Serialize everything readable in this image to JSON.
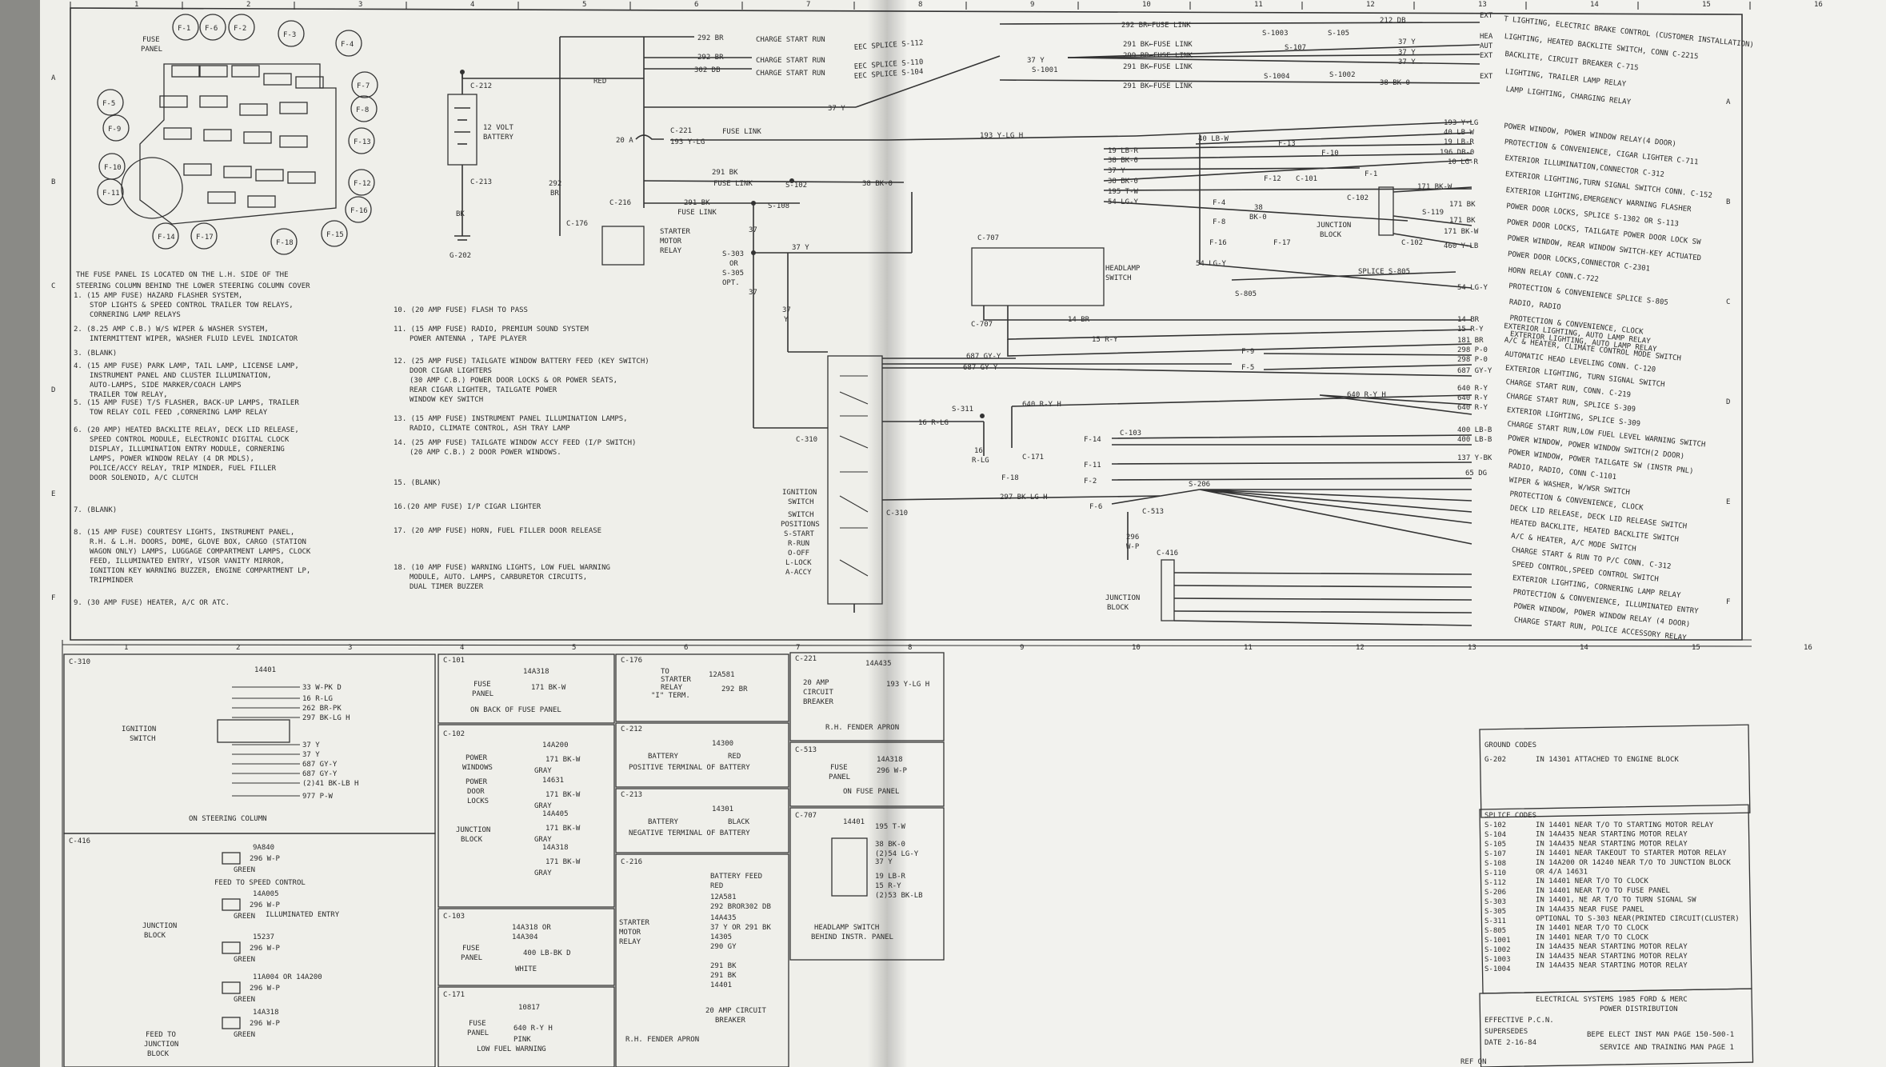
{
  "sheet": {
    "top_columns": [
      "1",
      "2",
      "3",
      "4",
      "5",
      "6",
      "7",
      "8",
      "9",
      "10",
      "11",
      "12",
      "13",
      "14",
      "15",
      "16"
    ],
    "bottom_columns": [
      "1",
      "2",
      "3",
      "4",
      "5",
      "6",
      "7",
      "8",
      "9",
      "10",
      "11",
      "12",
      "13",
      "14",
      "15",
      "16"
    ],
    "left_rows": [
      "A",
      "B",
      "C",
      "D",
      "E",
      "F"
    ],
    "right_rows": [
      "A",
      "B",
      "C",
      "D",
      "E",
      "F"
    ]
  },
  "fuse_panel": {
    "title_line1": "FUSE",
    "title_line2": "PANEL",
    "fuses": [
      "F-1",
      "F-6",
      "F-2",
      "F-3",
      "F-4",
      "F-5",
      "F-7",
      "F-8",
      "F-9",
      "F-13",
      "F-10",
      "F-12",
      "F-11",
      "F-16",
      "F-14",
      "F-17",
      "F-18",
      "F-15"
    ]
  },
  "fuse_notes": {
    "intro": [
      "THE FUSE PANEL IS LOCATED ON THE L.H. SIDE OF THE",
      "STEERING COLUMN BEHIND THE LOWER STEERING COLUMN COVER"
    ],
    "left": [
      [
        "1. (15 AMP FUSE) HAZARD FLASHER SYSTEM,",
        "STOP LIGHTS & SPEED CONTROL    TRAILER TOW RELAYS,",
        "CORNERING LAMP RELAYS"
      ],
      [
        "2. (8.25 AMP C.B.) W/S WIPER & WASHER SYSTEM,",
        "INTERMITTENT WIPER, WASHER FLUID LEVEL INDICATOR"
      ],
      [
        "3. (BLANK)"
      ],
      [
        "4. (15 AMP FUSE) PARK LAMP, TAIL LAMP, LICENSE LAMP,",
        "INSTRUMENT PANEL AND CLUSTER ILLUMINATION,",
        "AUTO-LAMPS, SIDE MARKER/COACH LAMPS",
        "TRAILER TOW RELAY,"
      ],
      [
        "5. (15 AMP FUSE) T/S FLASHER, BACK-UP LAMPS, TRAILER",
        "TOW RELAY COIL FEED ,CORNERING LAMP RELAY"
      ],
      [
        "6. (20 AMP) HEATED BACKLITE RELAY, DECK LID RELEASE,",
        "SPEED CONTROL MODULE, ELECTRONIC DIGITAL CLOCK",
        "DISPLAY, ILLUMINATION ENTRY MODULE, CORNERING",
        "LAMPS, POWER WINDOW RELAY (4 DR MDLS),",
        "POLICE/ACCY RELAY, TRIP MINDER, FUEL FILLER",
        "DOOR SOLENOID,  A/C CLUTCH"
      ],
      [
        "7. (BLANK)"
      ],
      [
        "8. (15 AMP FUSE) COURTESY LIGHTS, INSTRUMENT PANEL,",
        "R.H. & L.H. DOORS, DOME, GLOVE BOX, CARGO (STATION",
        "WAGON ONLY) LAMPS, LUGGAGE COMPARTMENT LAMPS, CLOCK",
        "FEED, ILLUMINATED ENTRY, VISOR VANITY MIRROR,",
        "IGNITION KEY WARNING BUZZER, ENGINE COMPARTMENT LP,",
        "TRIPMINDER"
      ],
      [
        "9. (30 AMP FUSE) HEATER, A/C OR ATC."
      ]
    ],
    "right": [
      [
        "10. (20 AMP FUSE) FLASH TO PASS"
      ],
      [
        "11. (15 AMP FUSE) RADIO, PREMIUM SOUND SYSTEM",
        "POWER ANTENNA , TAPE PLAYER"
      ],
      [
        "12. (25 AMP FUSE) TAILGATE WINDOW BATTERY FEED (KEY SWITCH)",
        "DOOR CIGAR LIGHTERS",
        "(30 AMP C.B.) POWER DOOR LOCKS & OR POWER SEATS,",
        "REAR CIGAR LIGHTER, TAILGATE POWER",
        "WINDOW KEY SWITCH"
      ],
      [
        "13. (15 AMP FUSE) INSTRUMENT PANEL ILLUMINATION LAMPS,",
        "RADIO, CLIMATE CONTROL, ASH TRAY  LAMP"
      ],
      [
        "14. (25 AMP FUSE) TAILGATE WINDOW ACCY FEED (I/P SWITCH)",
        "(20 AMP C.B.) 2 DOOR POWER WINDOWS."
      ],
      [
        "15. (BLANK)"
      ],
      [
        "16.(20 AMP FUSE)  I/P CIGAR LIGHTER"
      ],
      [
        "17. (20 AMP FUSE) HORN, FUEL FILLER DOOR RELEASE"
      ],
      [
        "18. (10 AMP FUSE) WARNING LIGHTS, LOW FUEL WARNING",
        "MODULE, AUTO. LAMPS, CARBURETOR CIRCUITS,",
        "DUAL TIMER BUZZER"
      ]
    ]
  },
  "battery": {
    "c212": "C-212",
    "label1": "12 VOLT",
    "label2": "BATTERY",
    "c213": "C-213",
    "wire_bk": "BK",
    "ground": "G-202"
  },
  "top_wiring": {
    "red": "RED",
    "w292": "292 BR",
    "w292b": "292 BR",
    "w302": "302 DB",
    "charge1": "CHARGE START RUN",
    "charge2": "CHARGE START RUN",
    "charge3": "CHARGE START RUN",
    "eec1": "EEC SPLICE S-112",
    "eec2": "EEC SPLICE S-110",
    "eec3": "EEC SPLICE S-104",
    "w37y": "37 Y",
    "c221": "C-221",
    "amp20": "20 A",
    "fuse_link": "FUSE LINK",
    "w193": "193 Y-LG",
    "w193b": "193 Y-LG H",
    "w291bk": "291 BK",
    "fl2": "FUSE LINK",
    "s102": "S-102",
    "w38": "38 BK-0",
    "br292": "292",
    "br_br": "BR",
    "c176": "C-176",
    "c216": "C-216",
    "w291b": "291 BK",
    "fl3": "FUSE LINK",
    "s108": "S-108",
    "starter": [
      "STARTER",
      "MOTOR",
      "RELAY"
    ],
    "w37": "37",
    "s303": [
      "S-303",
      "OR",
      "S-305",
      "OPT."
    ],
    "w37y2": "37 Y",
    "w37c": "37",
    "w37d": "37",
    "y": "Y"
  },
  "ignition": {
    "label": [
      "IGNITION",
      "SWITCH",
      "SWITCH",
      "POSITIONS",
      "S-START",
      "R-RUN",
      "O-OFF",
      "L-LOCK",
      "A-ACCY"
    ],
    "c310": "C-310",
    "c310b": "C-310",
    "w16": "16 R-LG",
    "s311": "S-311",
    "w687a": "687 GY-Y",
    "w687b": "687 GY-Y",
    "w297": "297 BK-LG H",
    "w16b": "16",
    "rlg": "R-LG"
  },
  "right_top": {
    "w292fl": "292 BR←FUSE LINK",
    "w212": "212 DB",
    "ext": "EXT",
    "w291a": "291 BK←FUSE LINK",
    "w299": "299 BR←FUSE LINK",
    "w291b": "291 BK←FUSE LINK",
    "w291c": "291 BK←FUSE LINK",
    "s1003": "S-1003",
    "s105": "S-105",
    "s107": "S-107",
    "s1004": "S-1004",
    "s1002": "S-1002",
    "s1001": "S-1001",
    "w37ya": "37 Y",
    "w37yb": "37 Y",
    "w37yc": "37 Y",
    "w37yd": "37 Y",
    "w38bk": "38 BK-0",
    "hea": "HEA",
    "aut": "AUT",
    "ext2": "EXT",
    "ext3": "EXT",
    "desc": [
      "T LIGHTING, ELECTRIC BRAKE CONTROL (CUSTOMER INSTALLATION)",
      "LIGHTING, HEATED BACKLITE SWITCH, CONN C-2215",
      "BACKLITE, CIRCUIT BREAKER C-715",
      "LIGHTING, TRAILER LAMP RELAY",
      "LAMP LIGHTING, CHARGING RELAY"
    ]
  },
  "right_mid": {
    "w193ylg": "193 Y-LG",
    "w40lbw": "40 LB-W",
    "w19lbr": "19 LB-R",
    "w196": "196 DB-0",
    "w10": "10 LG-R",
    "w171": "171 BK-W",
    "w171b": "171 BK",
    "w171c": "171 BK",
    "w171d": "171 BK-W",
    "w460": "460 Y-LB",
    "w19": "19 LB-R",
    "w38": "38 BK-0",
    "w37": "37 Y",
    "w38b": "38 BK-0",
    "w195": "195 T-W",
    "w54": "54 LG-Y",
    "w40": "40 LB-W",
    "f13": "F-13",
    "f10": "F-10",
    "f1": "F-1",
    "f12": "F-12",
    "c101": "C-101",
    "f4": "F-4",
    "f8": "F-8",
    "f16": "F-16",
    "w38bk": "38",
    "bk0": "BK-0",
    "f17": "F-17",
    "c102": "C-102",
    "c102b": "C-102",
    "s119": "S-119",
    "junction": [
      "JUNCTION",
      "BLOCK"
    ],
    "c707": "C-707",
    "c707b": "C-707",
    "headlamp": [
      "HEADLAMP",
      "SWITCH"
    ],
    "w54b": "54 LG-Y",
    "splice805": "SPLICE S-805",
    "s805": "S-805",
    "w54c": "54 LG-Y",
    "w14": "14 BR",
    "w14b": "14 BR",
    "w15": "15 R-Y",
    "w15b": "15 R-Y",
    "desc": [
      "POWER WINDOW, POWER WINDOW RELAY(4 DOOR)",
      "PROTECTION & CONVENIENCE, CIGAR LIGHTER C-711",
      "EXTERIOR ILLUMINATION,CONNECTOR C-312",
      "EXTERIOR LIGHTING,TURN SIGNAL SWITCH CONN. C-152",
      "EXTERIOR LIGHTING,EMERGENCY WARNING FLASHER",
      "POWER DOOR LOCKS, SPLICE S-1302 OR S-113",
      "POWER DOOR LOCKS, TAILGATE POWER DOOR LOCK SW",
      "POWER WINDOW, REAR WINDOW SWITCH-KEY ACTUATED",
      "POWER DOOR LOCKS,CONNECTOR C-2301",
      "HORN RELAY CONN.C-722",
      "PROTECTION & CONVENIENCE SPLICE S-805",
      "RADIO, RADIO",
      "PROTECTION & CONVENIENCE, CLOCK",
      "EXTERIOR LIGHTING, AUTO LAMP RELAY"
    ]
  },
  "right_low": {
    "w181": "181 BR",
    "w298": "298 P-0",
    "w298b": "298 P-0",
    "f9": "F-9",
    "f5": "F-5",
    "w687": "687 GY-Y",
    "w640": "640 R-Y H",
    "w640a": "640 R-Y",
    "w640b": "640 R-Y",
    "w640c": "640 R-Y",
    "w640d": "640 R-Y H",
    "f14": "F-14",
    "c103": "C-103",
    "w400a": "400 LB-B",
    "w400b": "400 LB-B",
    "w137": "137 Y-BK",
    "f11": "F-11",
    "c171": "C-171",
    "f18": "F-18",
    "f2": "F-2",
    "w65": "65 DG",
    "f6": "F-6",
    "s206": "S-206",
    "c513": "C-513",
    "w296": "296 W-P",
    "w296b": "296",
    "wp": "W-P",
    "c416": "C-416",
    "junction2": [
      "JUNCTION",
      "BLOCK"
    ],
    "desc": [
      "EXTERIOR LIGHTING, AUTO LAMP RELAY",
      "A/C & HEATER, CLIMATE CONTROL MODE SWITCH",
      "AUTOMATIC HEAD LEVELING CONN. C-120",
      "EXTERIOR LIGHTING, TURN SIGNAL SWITCH",
      "CHARGE START RUN, CONN. C-219",
      "CHARGE START RUN, SPLICE S-309",
      "EXTERIOR LIGHTING, SPLICE S-309",
      "CHARGE START RUN,LOW FUEL LEVEL WARNING SWITCH",
      "POWER WINDOW, POWER WINDOW SWITCH(2 DOOR)",
      "POWER WINDOW, POWER TAILGATE SW (INSTR PNL)",
      "RADIO, RADIO, CONN C-1101",
      "WIPER & WASHER, W/WSR SWITCH",
      "PROTECTION & CONVENIENCE, CLOCK",
      "DECK LID RELEASE, DECK LID RELEASE SWITCH",
      "HEATED BACKLITE, HEATED BACKLITE SWITCH",
      "A/C & HEATER, A/C MODE SWITCH",
      "CHARGE START & RUN  TO P/C CONN. C-312",
      "SPEED CONTROL,SPEED CONTROL SWITCH",
      "EXTERIOR LIGHTING, CORNERING LAMP RELAY",
      "PROTECTION & CONVENIENCE, ILLUMINATED ENTRY",
      "POWER WINDOW, POWER WINDOW RELAY (4 DOOR)",
      "CHARGE START RUN, POLICE ACCESSORY RELAY"
    ]
  },
  "connectors": {
    "c310": {
      "id": "C-310",
      "part": "14401",
      "sw": [
        "IGNITION",
        "SWITCH"
      ],
      "wires": [
        "33 W-PK D",
        "16 R-LG",
        "262 BR-PK",
        "297 BK-LG H",
        "37 Y",
        "37 Y",
        "687 GY-Y",
        "687 GY-Y",
        "(2)41 BK-LB H",
        "977 P-W"
      ],
      "caption": "ON STEERING COLUMN"
    },
    "c416": {
      "id": "C-416",
      "items": [
        [
          "9A840",
          "296 W-P",
          "GREEN",
          "FEED TO SPEED CONTROL"
        ],
        [
          "14A005",
          "296 W-P",
          "GREEN",
          "ILLUMINATED ENTRY"
        ],
        [
          "15237",
          "296 W-P",
          "GREEN",
          ""
        ],
        [
          "11A004 OR 14A200",
          "296 W-P",
          "GREEN",
          ""
        ],
        [
          "14A318",
          "296 W-P",
          "GREEN",
          ""
        ]
      ],
      "jb": [
        "JUNCTION",
        "BLOCK"
      ],
      "feed": [
        "FEED TO",
        "JUNCTION",
        "BLOCK"
      ]
    },
    "c101": {
      "id": "C-101",
      "part": "14A318",
      "left": [
        "FUSE",
        "PANEL"
      ],
      "wire": "171 BK-W",
      "caption": "ON BACK OF FUSE PANEL"
    },
    "c102": {
      "id": "C-102",
      "parts": [
        "14A200",
        "14631",
        "14A405",
        "14A318"
      ],
      "labels": [
        [
          "POWER",
          "WINDOWS"
        ],
        [
          "POWER",
          "DOOR",
          "LOCKS"
        ],
        [
          "JUNCTION",
          "BLOCK"
        ]
      ],
      "wire": "171 BK-W",
      "gray": "GRAY"
    },
    "c103": {
      "id": "C-103",
      "part": "14A318 OR",
      "part2": "14A304",
      "left": [
        "FUSE",
        "PANEL"
      ],
      "wire": "400 LB-BK D",
      "color": "WHITE"
    },
    "c171": {
      "id": "C-171",
      "part": "10817",
      "left": [
        "FUSE",
        "PANEL"
      ],
      "wire": "640 R-Y H",
      "color": "PINK",
      "caption": "LOW FUEL WARNING"
    },
    "c176": {
      "id": "C-176",
      "head": [
        "TO",
        "STARTER",
        "RELAY",
        "\"I\" TERM."
      ],
      "part": "12A581",
      "wire": "292 BR"
    },
    "c212": {
      "id": "C-212",
      "part": "14300",
      "line": "BATTERY",
      "wire": "RED",
      "caption": "POSITIVE TERMINAL OF BATTERY"
    },
    "c213": {
      "id": "C-213",
      "part": "14301",
      "line": "BATTERY",
      "wire": "BLACK",
      "caption": "NEGATIVE TERMINAL OF BATTERY"
    },
    "c216": {
      "id": "C-216",
      "left": [
        "STARTER",
        "MOTOR",
        "RELAY"
      ],
      "rows": [
        "BATTERY FEED",
        "RED",
        "12A581",
        "292 BROR302 DB",
        "14A435",
        "37 Y OR 291 BK",
        "14305",
        "290 GY",
        "291 BK",
        "291 BK",
        "14401"
      ],
      "cb": [
        "20 AMP CIRCUIT",
        "BREAKER"
      ],
      "caption": "R.H. FENDER APRON"
    },
    "c221": {
      "id": "C-221",
      "part": "14A435",
      "left": [
        "20 AMP",
        "CIRCUIT",
        "BREAKER"
      ],
      "wire": "193 Y-LG H",
      "caption": "R.H. FENDER APRON"
    },
    "c513": {
      "id": "C-513",
      "part": "14A318",
      "left": [
        "FUSE",
        "PANEL"
      ],
      "wire": "296 W-P",
      "caption": "ON FUSE PANEL"
    },
    "c707": {
      "id": "C-707",
      "part": "14401",
      "wires": [
        "195 T-W",
        "38 BK-0",
        "(2)54 LG-Y",
        "37 Y",
        "19 LB-R",
        "15 R-Y",
        "(2)53 BK-LB"
      ],
      "caption": [
        "HEADLAMP SWITCH",
        "BEHIND INSTR. PANEL"
      ]
    }
  },
  "legend": {
    "ground_title": "GROUND CODES",
    "ground": [
      [
        "G-202",
        "IN 14301 ATTACHED TO ENGINE BLOCK"
      ]
    ],
    "splice_title": "SPLICE CODES",
    "splices": [
      [
        "S-102",
        "IN 14401 NEAR T/O TO STARTING MOTOR RELAY"
      ],
      [
        "S-104",
        "IN 14A435 NEAR STARTING MOTOR RELAY"
      ],
      [
        "S-105",
        "IN 14A435 NEAR STARTING MOTOR RELAY"
      ],
      [
        "S-107",
        "IN 14401 NEAR TAKEOUT TO STARTER MOTOR RELAY"
      ],
      [
        "S-108",
        "IN 14A200 OR 14240 NEAR T/O TO JUNCTION BLOCK"
      ],
      [
        "S-110",
        "OR 4/A 14631"
      ],
      [
        "S-112",
        "IN 14401 NEAR T/O TO CLOCK"
      ],
      [
        "S-206",
        "IN 14401 NEAR T/O TO FUSE PANEL"
      ],
      [
        "S-303",
        "IN 14401, NE AR T/O TO TURN SIGNAL SW"
      ],
      [
        "S-305",
        "IN 14A435 NEAR FUSE PANEL"
      ],
      [
        "S-311",
        "OPTIONAL TO S-303 NEAR(PRINTED CIRCUIT(CLUSTER)"
      ],
      [
        "S-805",
        "IN 14401 NEAR T/O TO CLOCK"
      ],
      [
        "S-1001",
        "IN 14401 NEAR T/O TO CLOCK"
      ],
      [
        "S-1002",
        "IN 14A435 NEAR STARTING MOTOR RELAY"
      ],
      [
        "S-1003",
        "IN 14A435 NEAR STARTING MOTOR RELAY"
      ],
      [
        "S-1004",
        "IN 14A435 NEAR STARTING MOTOR RELAY"
      ]
    ],
    "title1": "ELECTRICAL SYSTEMS 1985 FORD & MERC",
    "title2": "POWER DISTRIBUTION",
    "effective": "EFFECTIVE P.C.N.",
    "supersedes": "SUPERSEDES",
    "date": "DATE 2-16-84",
    "ref1": "BEPE ELECT INST MAN PAGE 150-500-1",
    "ref2": "SERVICE AND TRAINING MAN PAGE 1",
    "ref3": "REF ON"
  }
}
